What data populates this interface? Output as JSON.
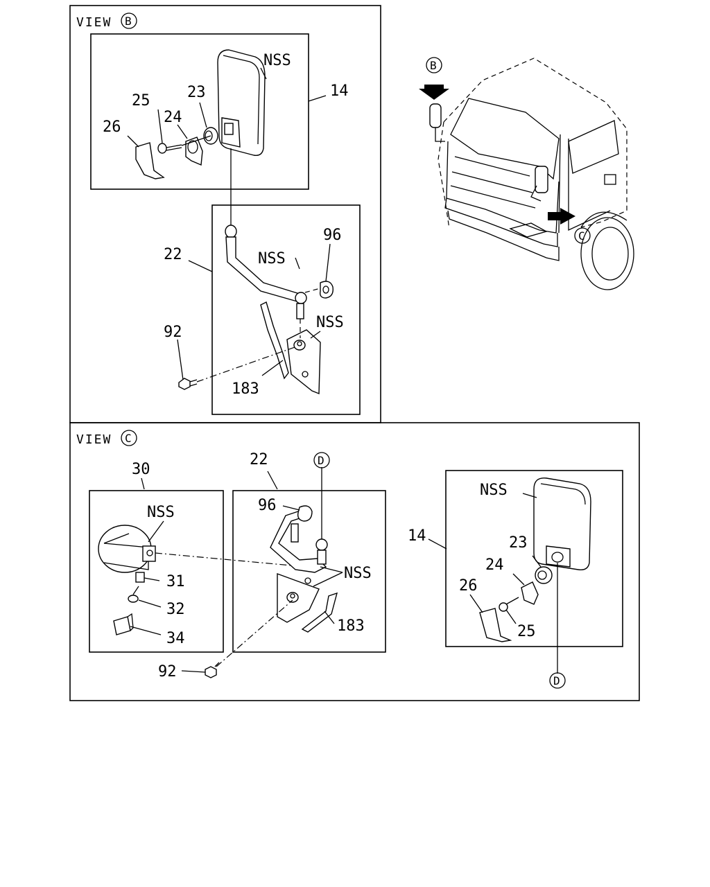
{
  "view_b": {
    "title": "VIEW",
    "marker": "B",
    "labels": {
      "nss_mirror": "NSS",
      "p14": "14",
      "p23": "23",
      "p25": "25",
      "p24": "24",
      "p26": "26",
      "p22": "22",
      "nss_arm": "NSS",
      "p96": "96",
      "p92": "92",
      "nss_bracket": "NSS",
      "p183": "183"
    }
  },
  "view_c": {
    "title": "VIEW",
    "marker": "C",
    "labels": {
      "p30": "30",
      "p22": "22",
      "marker_d_top": "D",
      "nss_left": "NSS",
      "p96": "96",
      "p31": "31",
      "p32": "32",
      "p34": "34",
      "nss_mid": "NSS",
      "p183": "183",
      "p92": "92",
      "nss_right": "NSS",
      "p14": "14",
      "p23": "23",
      "p24": "24",
      "p26": "26",
      "p25": "25",
      "marker_d_bottom": "D"
    }
  },
  "truck": {
    "marker_b": "B",
    "marker_c": "C"
  }
}
